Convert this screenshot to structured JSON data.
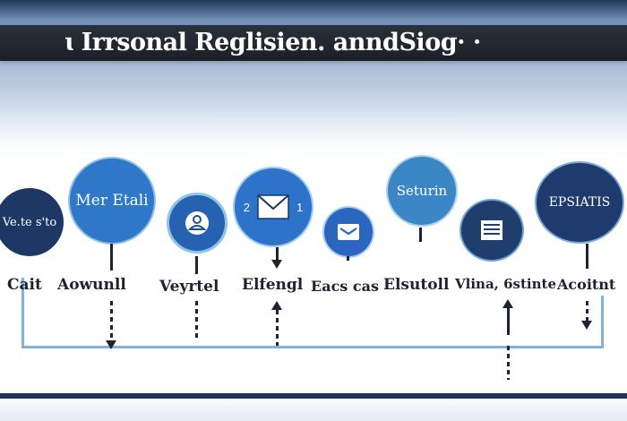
{
  "title": "ɩ Irrsonal Reglisien. anndSiog· ·",
  "nodes": [
    {
      "id": "n1",
      "text": "Ve.te s'to",
      "color": "#1e3866",
      "icon": null
    },
    {
      "id": "n2",
      "text": "Mer Etali",
      "color": "#2f78c8",
      "icon": null
    },
    {
      "id": "n3",
      "text": "",
      "color": "#2662b0",
      "icon": "user-profile-icon"
    },
    {
      "id": "n4",
      "text": "",
      "color": "#2c73c9",
      "icon": "envelope-icon",
      "left_num": "2",
      "right_num": "1"
    },
    {
      "id": "n5",
      "text": "",
      "color": "#2a66bf",
      "icon": "inbox-icon"
    },
    {
      "id": "n6",
      "text": "Seturin",
      "color": "#3b86c5",
      "icon": null
    },
    {
      "id": "n7",
      "text": "",
      "color": "#1f3e6c",
      "icon": "document-icon"
    },
    {
      "id": "n8",
      "text": "EPSIATIS",
      "color": "#1f3b6e",
      "icon": null
    }
  ],
  "labels": [
    "Cait",
    "Aowunll",
    "Veyrtel",
    "Elfengl",
    "Eacs cas",
    "Elsutoll",
    "Vlina, 6stinte",
    "Acoitnt"
  ]
}
